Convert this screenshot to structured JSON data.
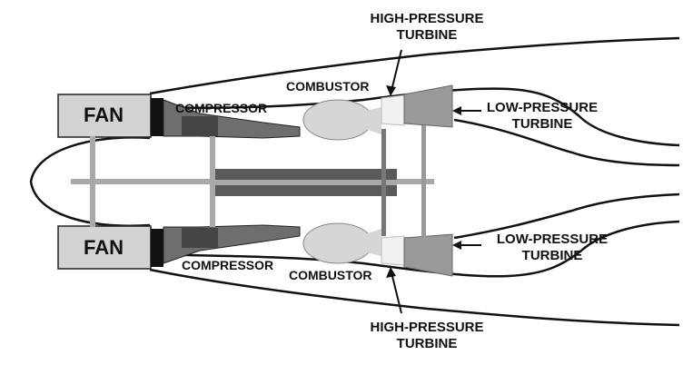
{
  "labels": {
    "fan_top": "FAN",
    "fan_bottom": "FAN",
    "compressor_top": "COMPRESSOR",
    "compressor_bottom": "COMPRESSOR",
    "combustor_top": "COMBUSTOR",
    "combustor_bottom": "COMBUSTOR",
    "hpt_top": {
      "line1": "HIGH-PRESSURE",
      "line2": "TURBINE"
    },
    "hpt_bottom": {
      "line1": "HIGH-PRESSURE",
      "line2": "TURBINE"
    },
    "lpt_top": {
      "line1": "LOW-PRESSURE",
      "line2": "TURBINE"
    },
    "lpt_bottom": {
      "line1": "LOW-PRESSURE",
      "line2": "TURBINE"
    }
  },
  "colors": {
    "fan_box": "#d3d3d3",
    "compressor": "#6e6e6e",
    "combustor": "#d6d6d6",
    "hp_turbine": "#f1f1f1",
    "lp_turbine": "#999999",
    "shaft": "#a9a9a9",
    "core_shaft": "#5a5a5a",
    "outline": "#111111"
  }
}
